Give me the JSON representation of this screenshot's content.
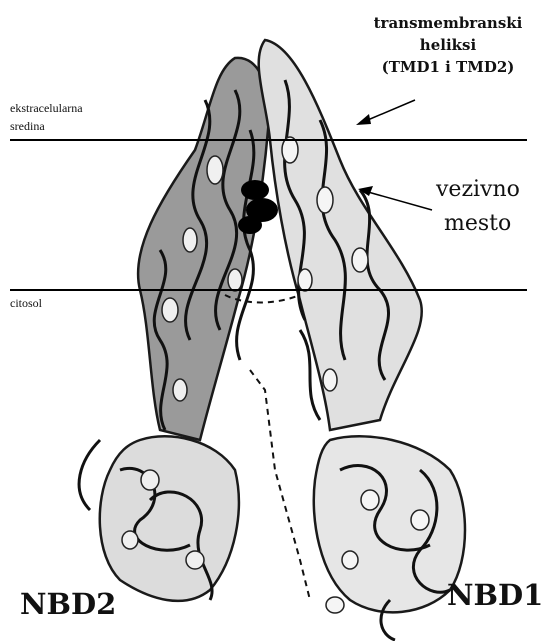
{
  "labels": {
    "extracellular": [
      "ekstracelularna",
      "sredina"
    ],
    "cytosol": "citosol",
    "transmembrane": [
      "transmembranski",
      "heliksi",
      "(TMD1 i TMD2)"
    ],
    "binding_site": [
      "vezivno",
      "mesto"
    ],
    "nbd2": "NBD2",
    "nbd1": "NBD1"
  },
  "colors": {
    "helix_light": "#e6e6e6",
    "helix_dark": "#6f6f6f",
    "outline": "#1a1a1a",
    "ligand": "#000000"
  }
}
